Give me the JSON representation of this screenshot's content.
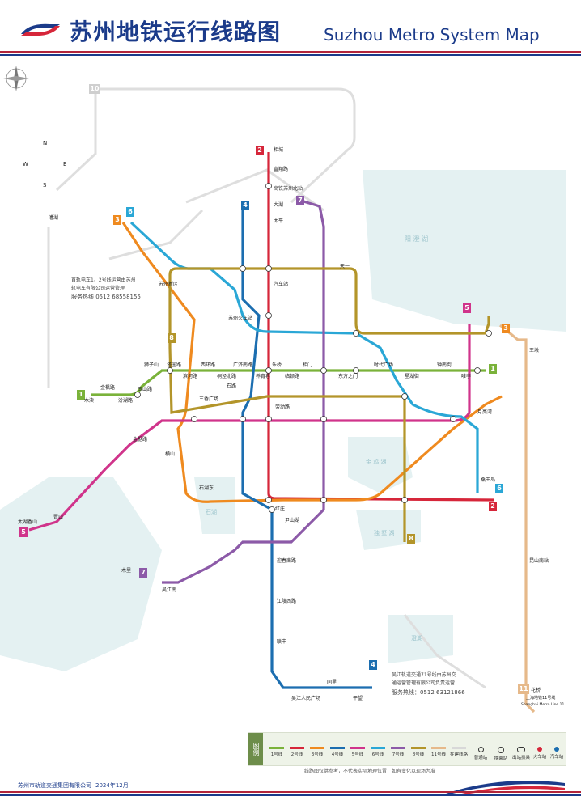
{
  "header": {
    "title_cn": "苏州地铁运行线路图",
    "title_en": "Suzhou Metro System Map"
  },
  "compass": {
    "n": "N",
    "s": "S",
    "e": "E",
    "w": "W"
  },
  "colors": {
    "line1": "#7ab23a",
    "line2": "#d6263a",
    "line3": "#ef8a1f",
    "line4": "#1c6eb0",
    "line5": "#d0348b",
    "line6": "#2aa7d6",
    "line7": "#8c5aa8",
    "line8": "#b3952a",
    "line11": "#e6b98a",
    "construction": "#d8d8d8"
  },
  "badges": [
    {
      "id": "b1w",
      "text": "1"
    },
    {
      "id": "b1e",
      "text": "1"
    },
    {
      "id": "b2n",
      "text": "2"
    },
    {
      "id": "b2e",
      "text": "2"
    },
    {
      "id": "b3n",
      "text": "3"
    },
    {
      "id": "b3e",
      "text": "3"
    },
    {
      "id": "b4n",
      "text": "4"
    },
    {
      "id": "b4s",
      "text": "4"
    },
    {
      "id": "b5w",
      "text": "5"
    },
    {
      "id": "b5e",
      "text": "5"
    },
    {
      "id": "b6n",
      "text": "6"
    },
    {
      "id": "b6s",
      "text": "6"
    },
    {
      "id": "b7n",
      "text": "7"
    },
    {
      "id": "b7s",
      "text": "7"
    },
    {
      "id": "b8n",
      "text": "8"
    },
    {
      "id": "b8s",
      "text": "8"
    },
    {
      "id": "b11",
      "text": "11"
    },
    {
      "id": "b10",
      "text": "10"
    }
  ],
  "stations": {
    "s_mufeng": "木渎",
    "s_jinfenglu": "金枫路",
    "s_fenghuang": "汾湖路",
    "s_yushanlu": "玉山路",
    "s_shizilin": "狮子山",
    "s_tayuanlu": "塔园路",
    "s_binhelu": "滨河路",
    "s_xijinggang": "西环路",
    "s_tongjingbei": "桐泾北路",
    "s_guangji": "广济南路",
    "s_yangyuxiang": "养育巷",
    "s_leqiao": "乐桥",
    "s_lindunlu": "临顿路",
    "s_xiangmen": "相门",
    "s_dongfangzhimen": "东方之门",
    "s_shidai": "时代广场",
    "s_xinghu": "星湖街",
    "s_zhongnan": "钟南街",
    "s_weiting": "唯亭",
    "s_xiangcheng": "相城",
    "s_fuyuan": "富翔路",
    "s_gaotie": "高铁苏州北站",
    "s_dahu": "大湖",
    "s_taiping": "太平",
    "s_lvyu": "漕湖",
    "s_lvbao": "苏州新区",
    "s_xiutang": "汽车站",
    "s_suzhouzhan": "苏州火车站",
    "s_shilu": "石路",
    "s_sanxiang": "三香广场",
    "s_laodong": "劳动路",
    "s_hengshan": "横山",
    "s_shihu": "石湖东",
    "s_yinshan": "尹山湖",
    "s_yingchun": "迎春南路",
    "s_jiangling": "江陵西路",
    "s_tongli": "同里",
    "s_lianfeng": "联丰",
    "s_jiangxing": "吴江人民广场",
    "s_pingwang": "平望",
    "s_taihu": "太湖香山",
    "s_xukou": "胥口",
    "s_jinshi": "金枢路",
    "s_hongzhuang": "红庄",
    "s_yuehu": "月亮湾",
    "s_sangtian": "桑田岛",
    "s_wangdun": "王墩",
    "s_huaqiao": "花桥",
    "s_kunshan": "昆山南站",
    "s_tianyi": "天一",
    "s_muli": "木里",
    "s_wujiangnan": "吴江南"
  },
  "notes": {
    "note1": "首轨电车1、2号线运营由苏州",
    "note2": "轨电车有限公司运营管理",
    "hotline1": "服务热线 0512 68558155",
    "note3": "吴江轨道交通71号线由苏州交",
    "note4": "通运营管理有限公司负责运营",
    "hotline2": "服务热线：0512 63121866",
    "shanghai": "上海地铁11号线",
    "shanghai_en": "Shanghai Metro Line 11"
  },
  "lakes": {
    "yangcheng": "阳  澄  湖",
    "jinji": "金 鸡 湖",
    "dushu": "独 墅 湖",
    "shihu": "石湖",
    "chenghu": "澄湖"
  },
  "legend": {
    "title": "图例",
    "items": [
      {
        "label": "1号线",
        "color": "#7ab23a"
      },
      {
        "label": "2号线",
        "color": "#d6263a"
      },
      {
        "label": "3号线",
        "color": "#ef8a1f"
      },
      {
        "label": "4号线",
        "color": "#1c6eb0"
      },
      {
        "label": "5号线",
        "color": "#d0348b"
      },
      {
        "label": "6号线",
        "color": "#2aa7d6"
      },
      {
        "label": "7号线",
        "color": "#8c5aa8"
      },
      {
        "label": "8号线",
        "color": "#b3952a"
      },
      {
        "label": "11号线",
        "color": "#e6b98a"
      },
      {
        "label": "在建线路",
        "color": "#d8d8d8"
      },
      {
        "label": "普通站",
        "color": "#ffffff"
      },
      {
        "label": "换乘站",
        "color": "#ffffff"
      },
      {
        "label": "出站换乘",
        "color": "#ffffff"
      },
      {
        "label": "火车站",
        "color": "#ffffff"
      },
      {
        "label": "汽车站",
        "color": "#ffffff"
      }
    ]
  },
  "disclaimer": "线路图仅供参考，不代表实际地理位置，如有变化以现场为准",
  "footer": {
    "company": "苏州市轨道交通集团有限公司",
    "date": "2024年12月"
  }
}
